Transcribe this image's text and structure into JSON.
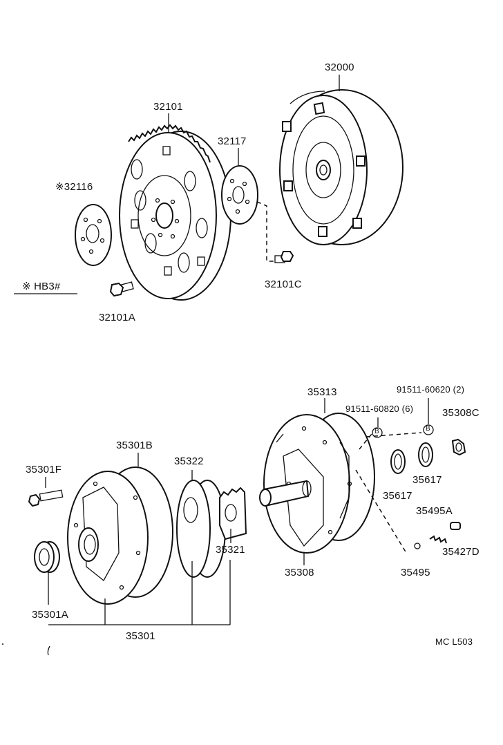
{
  "labels": {
    "p32000": "32000",
    "p32101": "32101",
    "p32117": "32117",
    "p32116": "※32116",
    "hb3": "※  HB3#",
    "p32101C": "32101C",
    "p32101A": "32101A",
    "p35313": "35313",
    "p91511_60620": "91511-60620 (2)",
    "p91511_60820": "91511-60820 (6)",
    "p35308C": "35308C",
    "p35301B": "35301B",
    "p35322": "35322",
    "p35301F": "35301F",
    "p35617a": "35617",
    "p35617b": "35617",
    "p35495A": "35495A",
    "p35427D": "35427D",
    "p35321": "35321",
    "p35308": "35308",
    "p35495": "35495",
    "p35301A": "35301A",
    "p35301": "35301",
    "code": "MC L503",
    "b1": "B",
    "b2": "B"
  }
}
